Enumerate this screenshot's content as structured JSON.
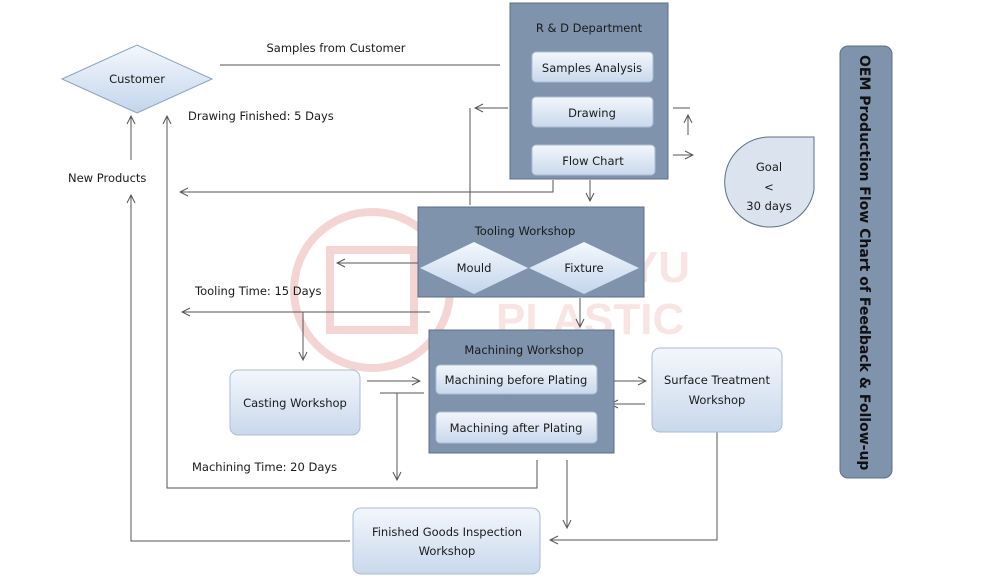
{
  "watermark": {
    "line1": "ZHONGYU",
    "line2": "PLASTIC"
  },
  "customer": "Customer",
  "samples_from_customer": "Samples from Customer",
  "drawing_finished": "Drawing Finished: 5 Days",
  "new_products": "New Products",
  "rnd": {
    "title": "R & D Department",
    "items": [
      "Samples Analysis",
      "Drawing",
      "Flow Chart"
    ]
  },
  "goal": {
    "line1": "Goal",
    "line2": "<",
    "line3": "30 days"
  },
  "tooling": {
    "title": "Tooling Workshop",
    "items": [
      "Mould",
      "Fixture"
    ]
  },
  "tooling_time": "Tooling Time: 15 Days",
  "machining": {
    "title": "Machining Workshop",
    "items": [
      "Machining before Plating",
      "Machining after Plating"
    ]
  },
  "casting": "Casting Workshop",
  "surface": {
    "line1": "Surface Treatment",
    "line2": "Workshop"
  },
  "machining_time": "Machining Time: 20 Days",
  "finished": {
    "line1": "Finished Goods Inspection",
    "line2": "Workshop"
  },
  "side_title": "OEM Production Flow Chart of Feedback & Follow-up",
  "colors": {
    "dept_box": "#7f93ad",
    "inner_box": "#dbe6f4",
    "watermark": "#f3c4c4",
    "line": "#555555"
  }
}
